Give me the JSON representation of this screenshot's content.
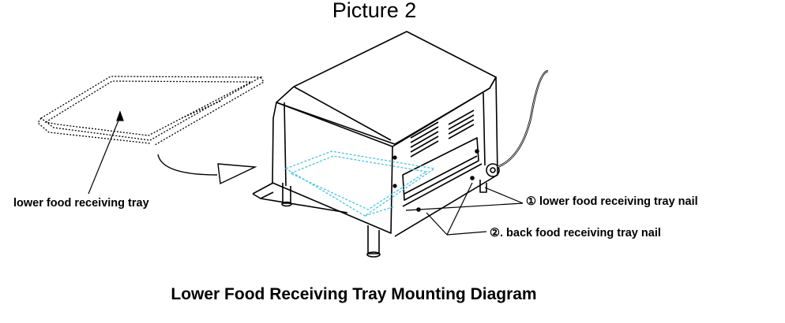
{
  "figure": {
    "title": "Picture 2",
    "caption": "Lower Food Receiving Tray Mounting Diagram",
    "labels": {
      "tray": "lower food receiving tray",
      "nail_1": "① lower food receiving tray nail",
      "nail_2": "②. back food receiving tray nail"
    },
    "colors": {
      "line": "#000000",
      "tray_highlight": "#53c8e6"
    }
  }
}
